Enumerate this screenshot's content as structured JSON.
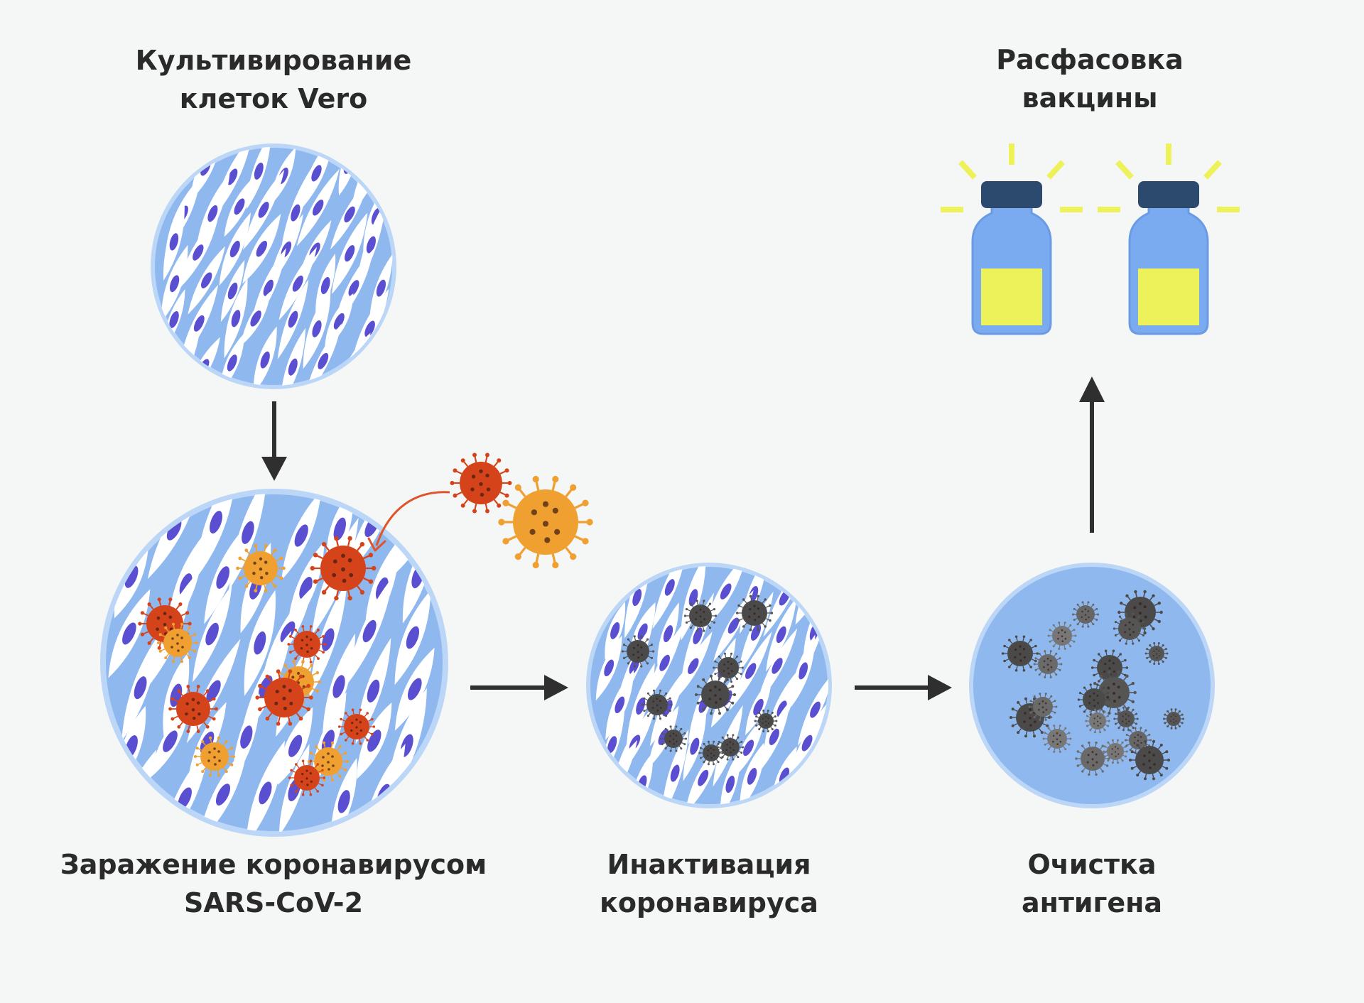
{
  "steps": {
    "culture": {
      "line1": "Культивирование",
      "line2": "клеток Vero"
    },
    "infection": {
      "line1": "Заражение коронавирусом",
      "line2": "SARS-CoV-2"
    },
    "inactivation": {
      "line1": "Инактивация",
      "line2": "коронавируса"
    },
    "purification": {
      "line1": "Очистка",
      "line2": "антигена"
    },
    "packaging": {
      "line1": "Расфасовка",
      "line2": "вакцины"
    }
  },
  "colors": {
    "background": "#f5f7f7",
    "dish_fill": "#8fb8ef",
    "dish_rim": "#bcd6f7",
    "cell": "#ffffff",
    "nucleus": "#5a4fd0",
    "virus_red": "#d5431b",
    "virus_orange": "#f0a030",
    "virus_inactive": "#4a4a4a",
    "arrow": "#2f2f2f",
    "curved_arrow": "#e0542a",
    "vial_body": "#7aabf0",
    "vial_cap": "#2c4a6e",
    "vial_liquid": "#eef25a",
    "sparkle": "#eef25a"
  },
  "icons": [
    "cell-dish-icon",
    "virus-icon",
    "vial-icon",
    "arrow-icon"
  ]
}
